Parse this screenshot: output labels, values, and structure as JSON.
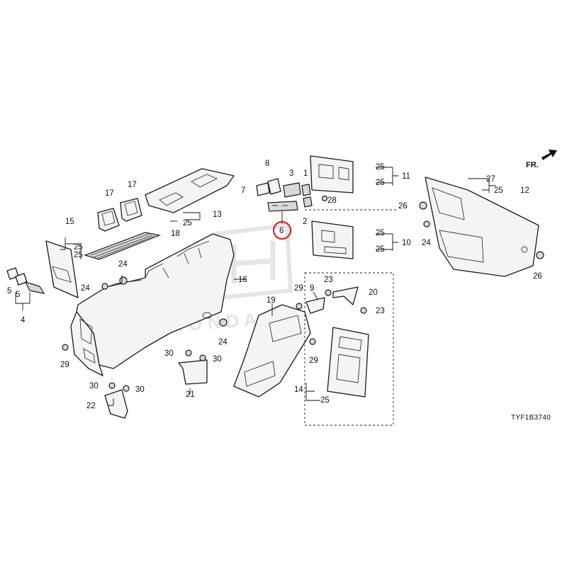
{
  "diagram": {
    "orientation_label": "FR.",
    "diagram_code": "TYF1B3740",
    "highlight_color": "#e02020",
    "highlighted_callout": "6",
    "callouts": {
      "c1": "1",
      "c2": "2",
      "c3": "3",
      "c4": "4",
      "c5a": "5",
      "c5b": "5",
      "c6": "6",
      "c7": "7",
      "c8": "8",
      "c9": "9",
      "c10": "10",
      "c11": "11",
      "c12": "12",
      "c13": "13",
      "c14": "14",
      "c15": "15",
      "c16": "16",
      "c17a": "17",
      "c17b": "17",
      "c18": "18",
      "c19": "19",
      "c20": "20",
      "c21": "21",
      "c22": "22",
      "c23a": "23",
      "c23b": "23",
      "c24a": "24",
      "c24b": "24",
      "c24c": "24",
      "c24d": "24",
      "c25a": "25",
      "c25b": "25",
      "c25c": "25",
      "c25d": "25",
      "c25e": "25",
      "c25f": "25",
      "c25g": "25",
      "c25h": "25",
      "c25i": "25",
      "c26a": "26",
      "c26b": "26",
      "c27": "27",
      "c28": "28",
      "c29a": "29",
      "c29b": "29",
      "c29c": "29",
      "c30a": "30",
      "c30b": "30",
      "c30c": "30",
      "c30d": "30"
    }
  }
}
